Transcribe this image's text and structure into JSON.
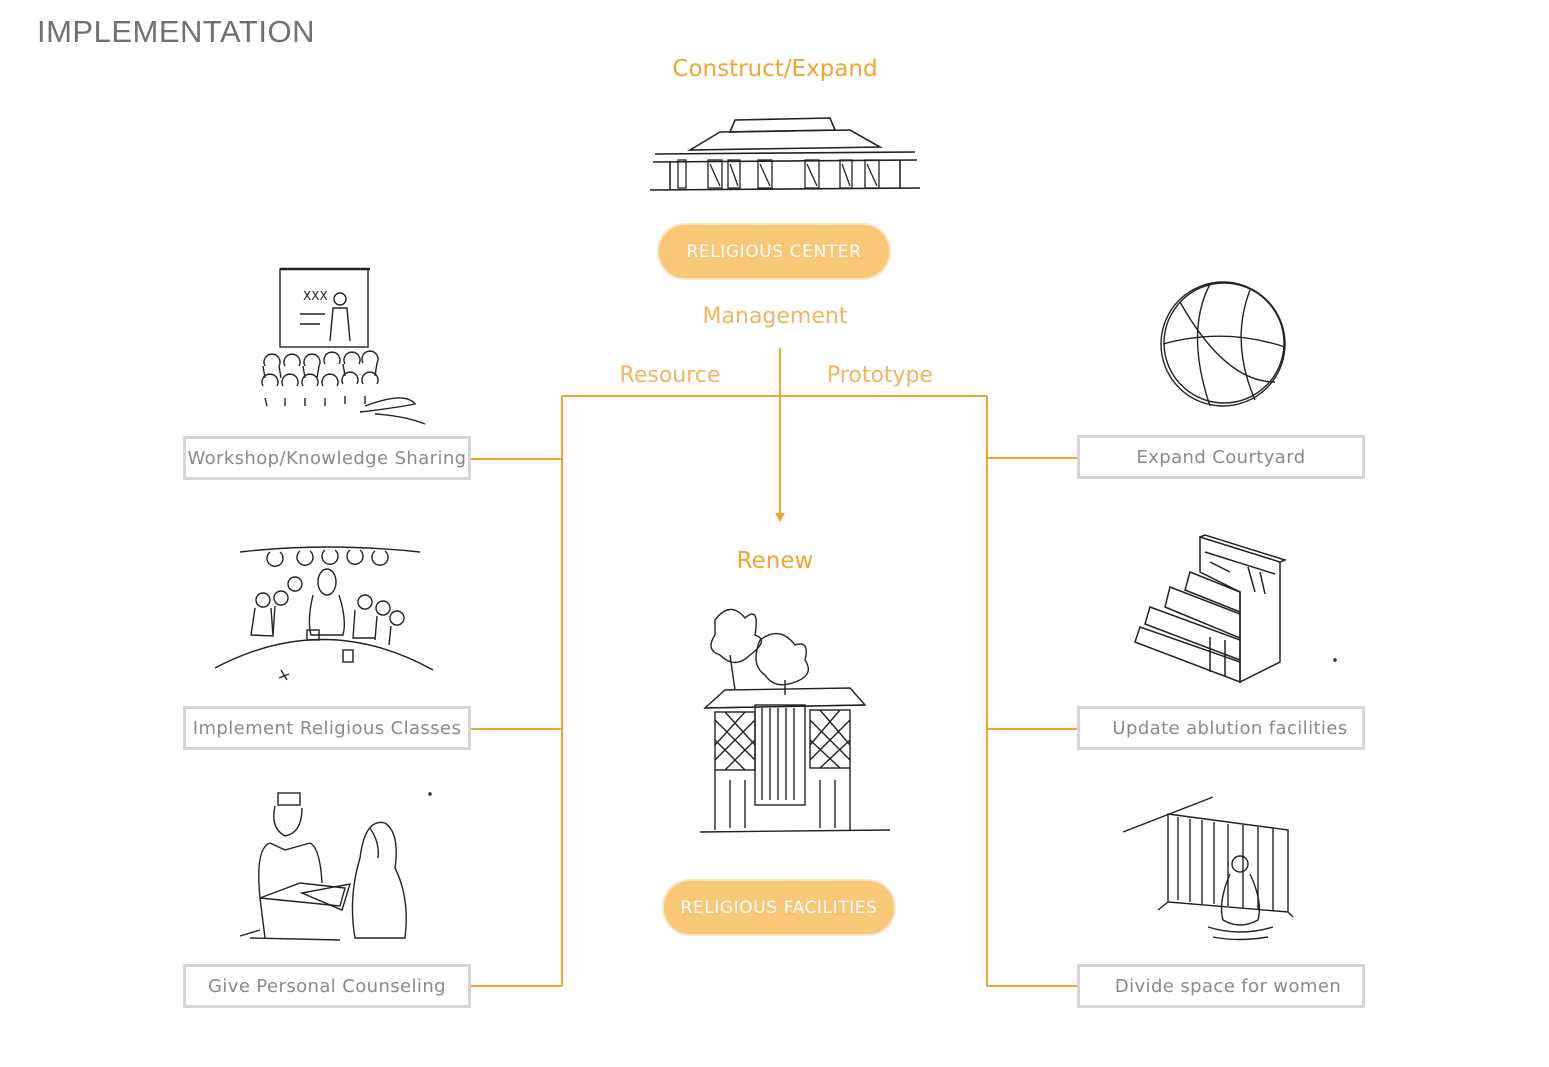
{
  "title": "IMPLEMENTATION",
  "top": {
    "heading": "Construct/Expand",
    "pill": "RELIGIOUS CENTER",
    "management": "Management",
    "resource": "Resource",
    "prototype": "Prototype"
  },
  "center": {
    "heading": "Renew",
    "pill": "RELIGIOUS FACILITIES"
  },
  "left_items": [
    {
      "label": "Workshop/Knowledge Sharing",
      "icon": "workshop-sketch"
    },
    {
      "label": "Implement Religious Classes",
      "icon": "classroom-sketch"
    },
    {
      "label": "Give Personal Counseling",
      "icon": "counseling-sketch"
    }
  ],
  "right_items": [
    {
      "label": "Expand Courtyard",
      "icon": "basketball-sketch"
    },
    {
      "label": "Update ablution facilities",
      "icon": "ablution-steps-sketch"
    },
    {
      "label": "Divide space for women",
      "icon": "women-space-sketch"
    }
  ],
  "colors": {
    "accent": "#f0a433",
    "pill": "#f8c878",
    "box_border": "#d6d6d6",
    "text_gray": "#8a8a8a"
  }
}
